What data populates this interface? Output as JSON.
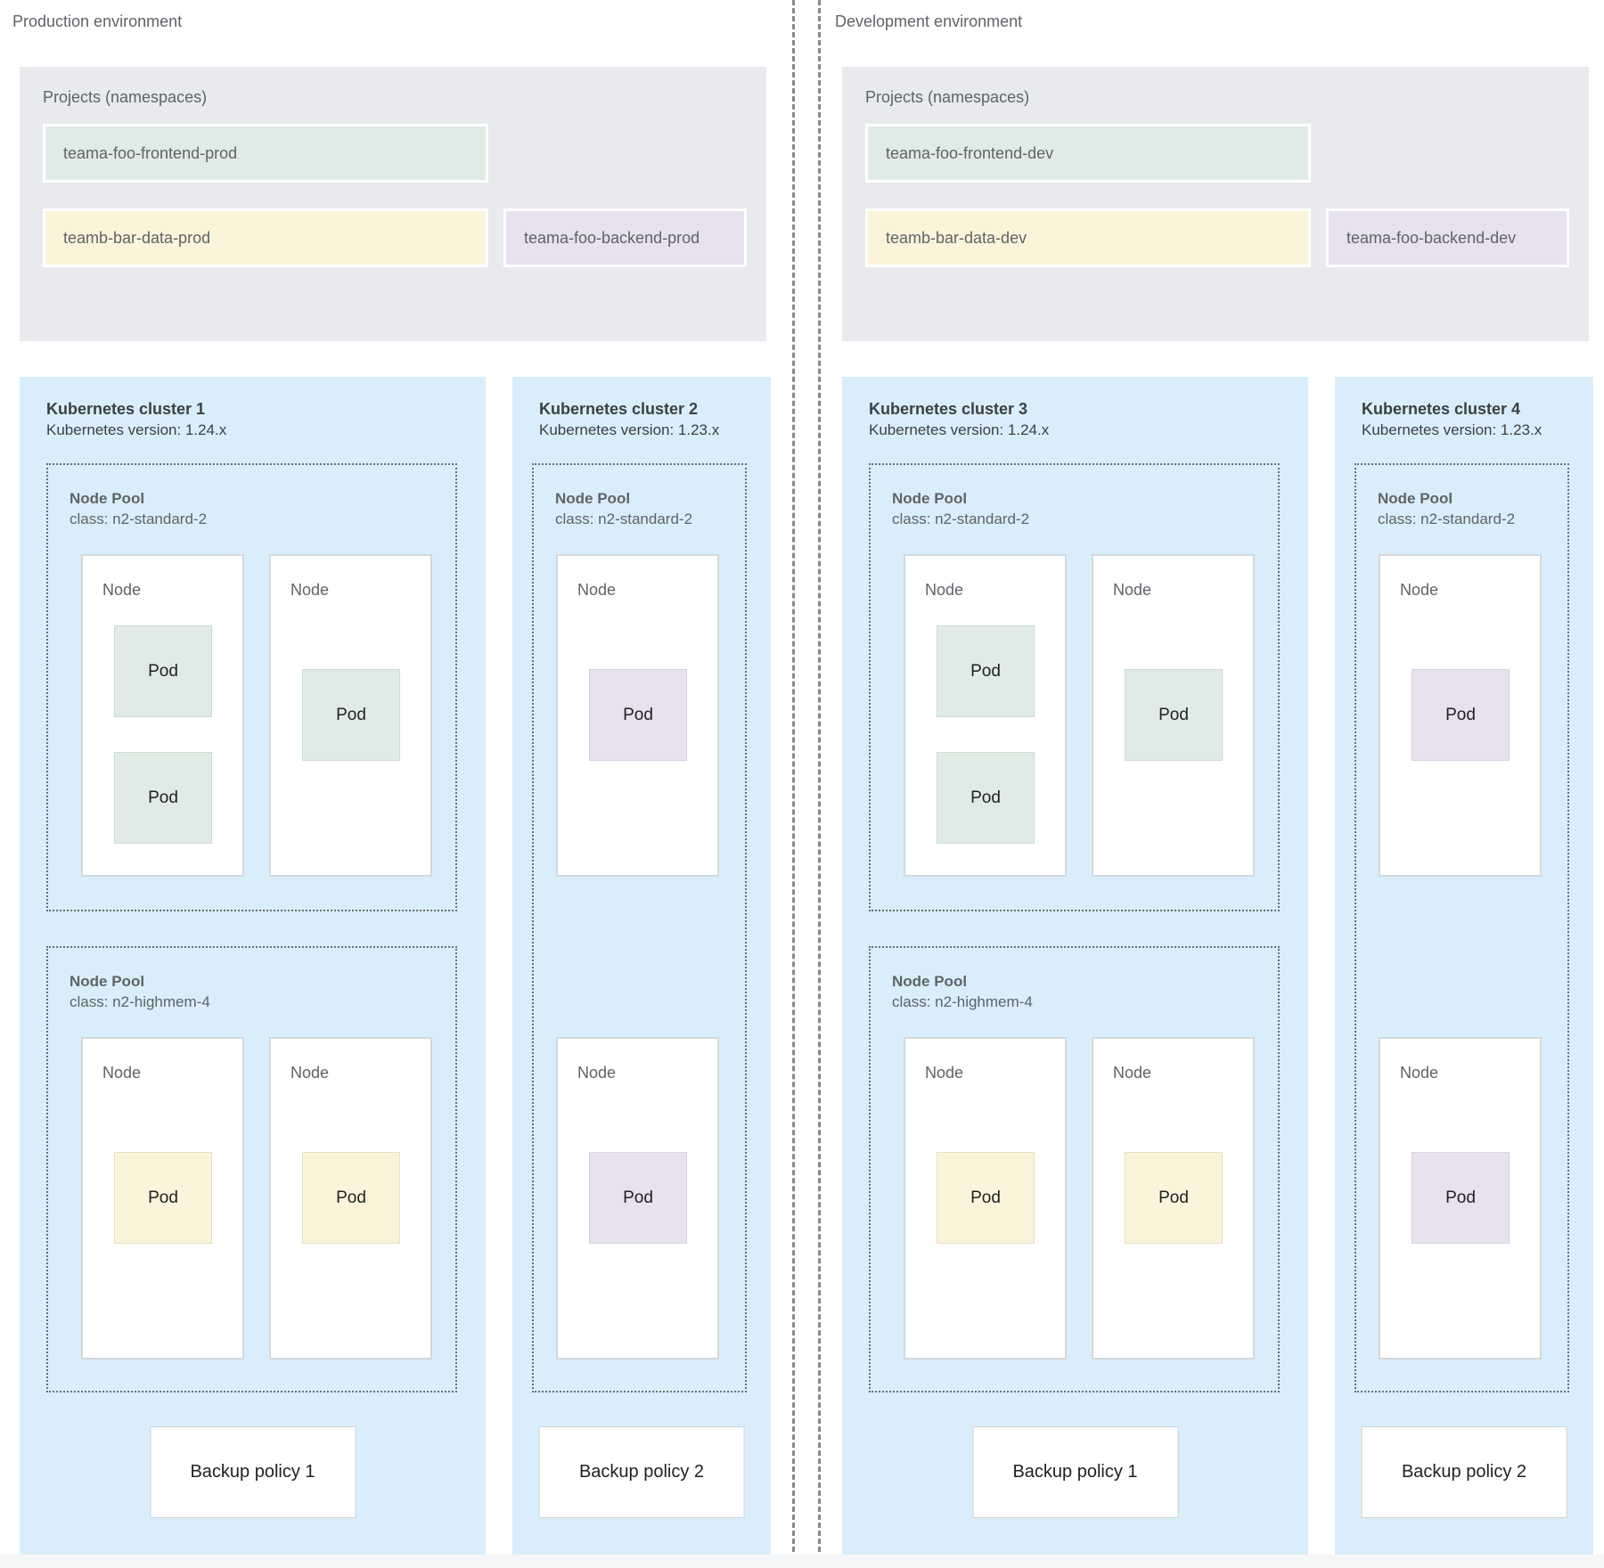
{
  "colors": {
    "projects_bg": "#e8eaed",
    "cluster_bg": "#d9eefa",
    "namespace_green": "#dfece6",
    "namespace_yellow": "#fcf4da",
    "namespace_purple": "#e8e1f0",
    "text_gray": "#5f6368",
    "text_dark": "#202124",
    "dotted_border": "#696e73",
    "divider_dash": "#85898d"
  },
  "environments": [
    {
      "label": "Production environment",
      "projects": {
        "title": "Projects (namespaces)",
        "namespaces": [
          {
            "name": "teama-foo-frontend-prod",
            "color": "green",
            "slot": "r1"
          },
          {
            "name": "teamb-bar-data-prod",
            "color": "yellow",
            "slot": "r2l"
          },
          {
            "name": "teama-foo-backend-prod",
            "color": "purple",
            "slot": "r2r"
          }
        ]
      },
      "clusters": [
        {
          "title": "Kubernetes cluster 1",
          "version": "Kubernetes version: 1.24.x",
          "variant": "wide",
          "pools": [
            {
              "title": "Node Pool",
              "class_label": "class: n2-standard-2",
              "slot": "a",
              "nodes": [
                {
                  "label": "Node",
                  "pods": [
                    {
                      "label": "Pod",
                      "color": "green",
                      "slot": "top"
                    },
                    {
                      "label": "Pod",
                      "color": "green",
                      "slot": "bottom"
                    }
                  ]
                },
                {
                  "label": "Node",
                  "pods": [
                    {
                      "label": "Pod",
                      "color": "green",
                      "slot": "mid"
                    }
                  ]
                }
              ]
            },
            {
              "title": "Node Pool",
              "class_label": "class: n2-highmem-4",
              "slot": "b",
              "nodes": [
                {
                  "label": "Node",
                  "pods": [
                    {
                      "label": "Pod",
                      "color": "yellow",
                      "slot": "mid"
                    }
                  ]
                },
                {
                  "label": "Node",
                  "pods": [
                    {
                      "label": "Pod",
                      "color": "yellow",
                      "slot": "mid"
                    }
                  ]
                }
              ]
            }
          ],
          "backup_policy": "Backup policy 1"
        },
        {
          "title": "Kubernetes cluster 2",
          "version": "Kubernetes version: 1.23.x",
          "variant": "narrow",
          "pools": [
            {
              "title": "Node Pool",
              "class_label": "class: n2-standard-2",
              "slot": "tall",
              "nodes": [
                {
                  "label": "Node",
                  "pods": [
                    {
                      "label": "Pod",
                      "color": "purple",
                      "slot": "mid"
                    }
                  ]
                },
                {
                  "label": "Node",
                  "pods": [
                    {
                      "label": "Pod",
                      "color": "purple",
                      "slot": "mid"
                    }
                  ]
                }
              ]
            }
          ],
          "backup_policy": "Backup policy 2"
        }
      ]
    },
    {
      "label": "Development environment",
      "projects": {
        "title": "Projects (namespaces)",
        "namespaces": [
          {
            "name": "teama-foo-frontend-dev",
            "color": "green",
            "slot": "r1"
          },
          {
            "name": "teamb-bar-data-dev",
            "color": "yellow",
            "slot": "r2l"
          },
          {
            "name": "teama-foo-backend-dev",
            "color": "purple",
            "slot": "r2r"
          }
        ]
      },
      "clusters": [
        {
          "title": "Kubernetes cluster 3",
          "version": "Kubernetes version: 1.24.x",
          "variant": "wide",
          "pools": [
            {
              "title": "Node Pool",
              "class_label": "class: n2-standard-2",
              "slot": "a",
              "nodes": [
                {
                  "label": "Node",
                  "pods": [
                    {
                      "label": "Pod",
                      "color": "green",
                      "slot": "top"
                    },
                    {
                      "label": "Pod",
                      "color": "green",
                      "slot": "bottom"
                    }
                  ]
                },
                {
                  "label": "Node",
                  "pods": [
                    {
                      "label": "Pod",
                      "color": "green",
                      "slot": "mid"
                    }
                  ]
                }
              ]
            },
            {
              "title": "Node Pool",
              "class_label": "class: n2-highmem-4",
              "slot": "b",
              "nodes": [
                {
                  "label": "Node",
                  "pods": [
                    {
                      "label": "Pod",
                      "color": "yellow",
                      "slot": "mid"
                    }
                  ]
                },
                {
                  "label": "Node",
                  "pods": [
                    {
                      "label": "Pod",
                      "color": "yellow",
                      "slot": "mid"
                    }
                  ]
                }
              ]
            }
          ],
          "backup_policy": "Backup policy 1"
        },
        {
          "title": "Kubernetes cluster 4",
          "version": "Kubernetes version: 1.23.x",
          "variant": "narrow",
          "pools": [
            {
              "title": "Node Pool",
              "class_label": "class: n2-standard-2",
              "slot": "tall",
              "nodes": [
                {
                  "label": "Node",
                  "pods": [
                    {
                      "label": "Pod",
                      "color": "purple",
                      "slot": "mid"
                    }
                  ]
                },
                {
                  "label": "Node",
                  "pods": [
                    {
                      "label": "Pod",
                      "color": "purple",
                      "slot": "mid"
                    }
                  ]
                }
              ]
            }
          ],
          "backup_policy": "Backup policy 2"
        }
      ]
    }
  ]
}
